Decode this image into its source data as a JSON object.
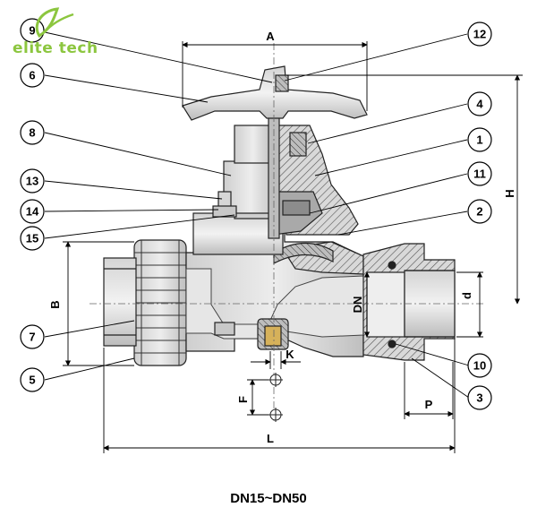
{
  "logo": {
    "text": "elite tech",
    "color": "#8cc63f"
  },
  "callouts": {
    "c1": "1",
    "c2": "2",
    "c3": "3",
    "c4": "4",
    "c5": "5",
    "c6": "6",
    "c7": "7",
    "c8": "8",
    "c9": "9",
    "c10": "10",
    "c11": "11",
    "c12": "12",
    "c13": "13",
    "c14": "14",
    "c15": "15"
  },
  "dimensions": {
    "A": "A",
    "B": "B",
    "H": "H",
    "L": "L",
    "K": "K",
    "F": "F",
    "P": "P",
    "d": "d",
    "DN": "DN"
  },
  "caption": "DN15~DN50"
}
